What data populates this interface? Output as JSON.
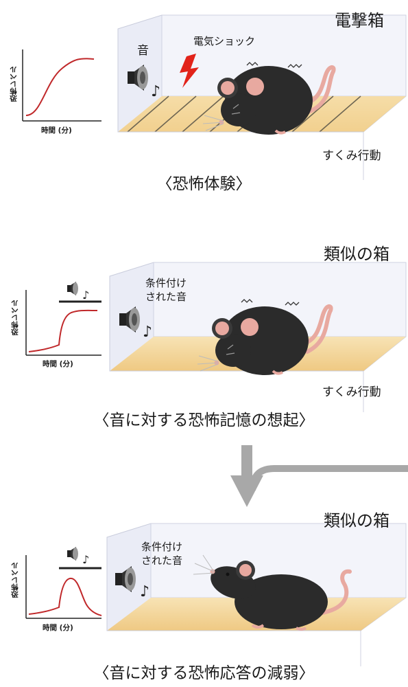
{
  "panels": [
    {
      "box_title": "電撃箱",
      "caption": "〈恐怖体験〉",
      "behavior": "すくみ行動",
      "sound_label": "音",
      "shock_label": "電気ショック",
      "graph": {
        "ylabel": "恐怖レベル",
        "xlabel": "時間 (分)"
      }
    },
    {
      "box_title": "類似の箱",
      "caption": "〈音に対する恐怖記憶の想起〉",
      "behavior": "すくみ行動",
      "sound_label_lines": [
        "条件付け",
        "された音"
      ],
      "graph": {
        "ylabel": "恐怖レベル",
        "xlabel": "時間 (分)"
      }
    },
    {
      "box_title": "類似の箱",
      "caption": "〈音に対する恐怖応答の減弱〉",
      "sound_label_lines": [
        "条件付け",
        "された音"
      ],
      "graph": {
        "ylabel": "恐怖レベル",
        "xlabel": "時間 (分)"
      }
    }
  ],
  "icons": {
    "note": "♪"
  },
  "colors": {
    "curve": "#c0282a",
    "floor": "#f4d79a",
    "box_wall": "#e8eaf4",
    "mouse": "#2b2b2b",
    "mouse_pink": "#e8a9a0",
    "arrow": "#a8a8a8",
    "shock": "#e2231a"
  }
}
